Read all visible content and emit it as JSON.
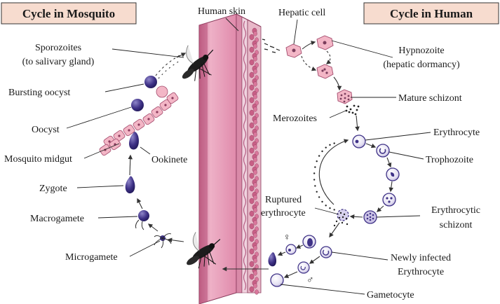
{
  "boxes": {
    "mosquito": "Cycle in Mosquito",
    "human": "Cycle in Human"
  },
  "labels": {
    "human_skin": "Human skin",
    "hepatic_cell": "Hepatic cell",
    "sporozoites_1": "Sporozoites",
    "sporozoites_2": "(to salivary gland)",
    "hypnozoite_1": "Hypnozoite",
    "hypnozoite_2": "(hepatic dormancy)",
    "bursting_oocyst": "Bursting oocyst",
    "mature_schizont": "Mature schizont",
    "merozoites": "Merozoites",
    "oocyst": "Oocyst",
    "erythrocyte": "Erythrocyte",
    "mosquito_midgut": "Mosquito midgut",
    "ookinete": "Ookinete",
    "trophozoite": "Trophozoite",
    "zygote": "Zygote",
    "ruptured_1": "Ruptured",
    "ruptured_2": "erythrocyte",
    "erythrocytic_1": "Erythrocytic",
    "erythrocytic_2": "schizont",
    "macrogamete": "Macrogamete",
    "newly_infected_1": "Newly infected",
    "newly_infected_2": "Erythrocyte",
    "microgamete": "Microgamete",
    "gametocyte": "Gametocyte",
    "female_symbol": "♀",
    "male_symbol": "♂"
  },
  "colors": {
    "box_fill": "#f7dccf",
    "skin_pink": "#e9a2bd",
    "skin_dark": "#c9688f",
    "parasite_purple": "#4a3a8c",
    "midgut_pink": "#f3b6c6"
  }
}
